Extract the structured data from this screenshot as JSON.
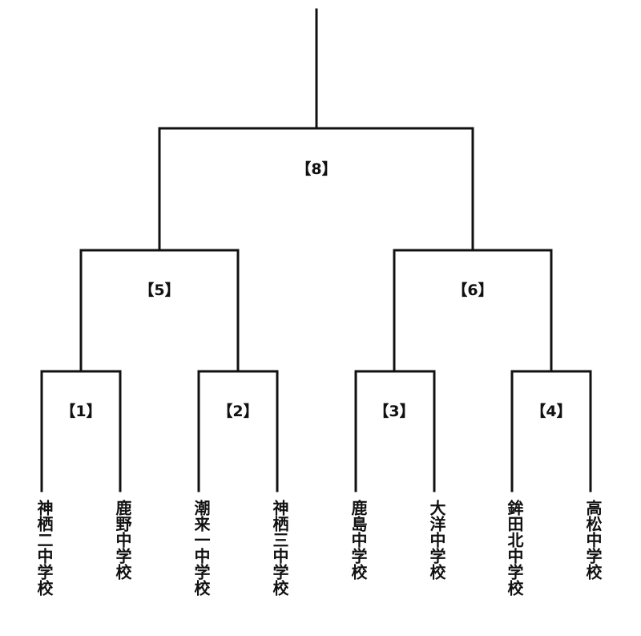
{
  "matches": {
    "m1": "【1】",
    "m2": "【2】",
    "m3": "【3】",
    "m4": "【4】",
    "m5": "【5】",
    "m6": "【6】",
    "m8": "【8】"
  },
  "teams": [
    "神栖二中学校",
    "鹿野中学校",
    "潮来一中学校",
    "神栖三中学校",
    "鹿島中学校",
    "大洋中学校",
    "鉾田北中学校",
    "高松中学校"
  ],
  "colors": {
    "line": "#111111",
    "text": "#111111",
    "background": "#ffffff"
  }
}
